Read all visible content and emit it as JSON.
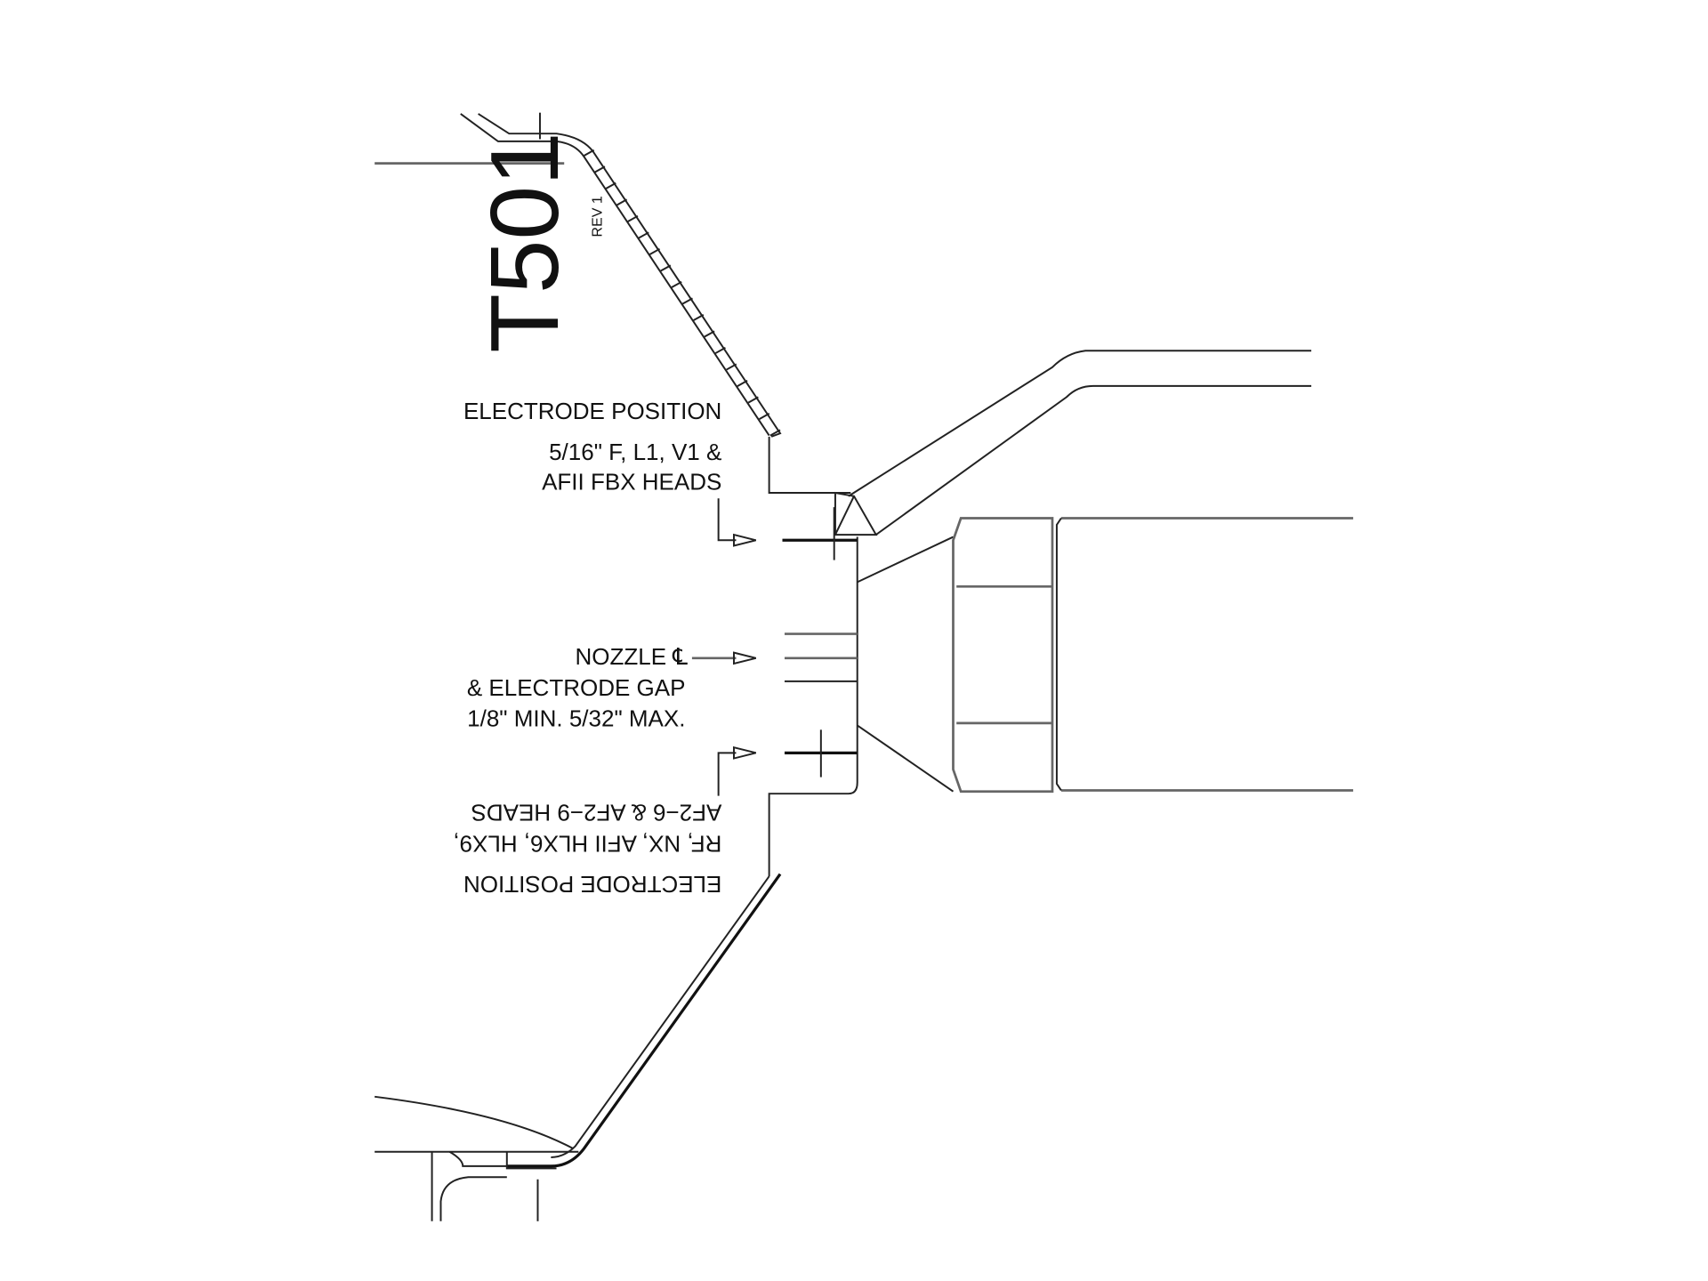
{
  "drawing": {
    "part_number": "T501",
    "revision": "REV 1",
    "upper_label": {
      "line1": "ELECTRODE POSITION",
      "line2": "5/16\" F, L1, V1 &",
      "line3": "AFII FBX HEADS"
    },
    "center_label": {
      "line1": "NOZZLE ℄",
      "line2": "& ELECTRODE GAP",
      "line3": "1/8\" MIN. 5/32\" MAX."
    },
    "lower_label_inverted": {
      "line1": "ELECTRODE POSITION",
      "line2": "RF, NX, AFII HLX6, HLX9,",
      "line3": "AF2−6 & AF2−9 HEADS"
    }
  }
}
